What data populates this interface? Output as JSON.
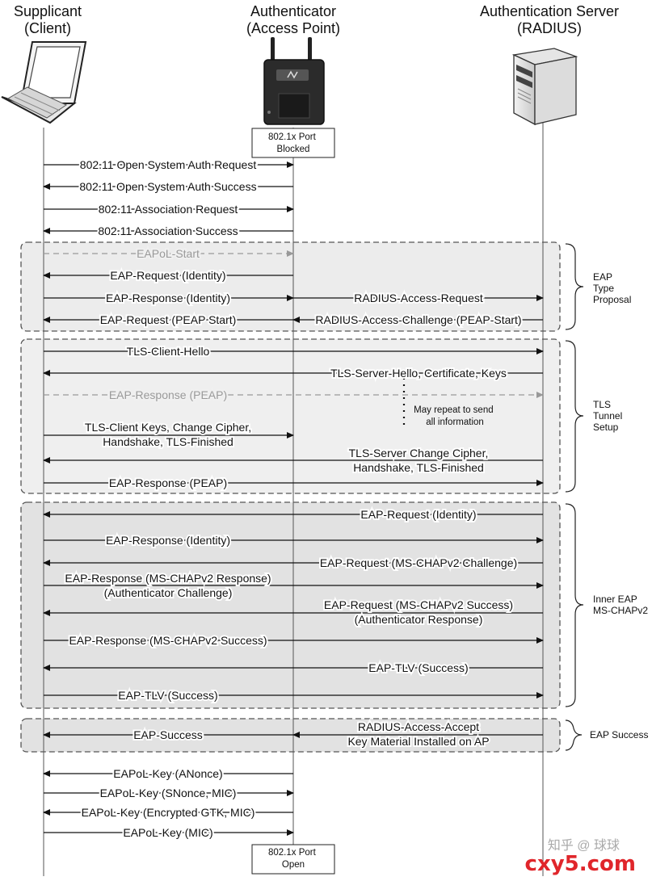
{
  "entities": {
    "client": {
      "line1": "Supplicant",
      "line2": "(Client)"
    },
    "authenticator": {
      "line1": "Authenticator",
      "line2": "(Access Point)"
    },
    "server": {
      "line1": "Authentication Server",
      "line2": "(RADIUS)"
    }
  },
  "port_boxes": {
    "blocked": [
      "802.1x Port",
      "Blocked"
    ],
    "open": [
      "802.1x Port",
      "Open"
    ]
  },
  "phases": {
    "eap_type": [
      "EAP",
      "Type",
      "Proposal"
    ],
    "tls_setup": [
      "TLS",
      "Tunnel",
      "Setup"
    ],
    "inner_eap": [
      "Inner EAP",
      "MS-CHAPv2"
    ],
    "eap_success": [
      "EAP Success"
    ]
  },
  "repeat_note": [
    "May repeat to send",
    "all information"
  ],
  "messages": {
    "m1": [
      "802.11 Open System Auth Request"
    ],
    "m2": [
      "802.11 Open System Auth Success"
    ],
    "m3": [
      "802.11 Association Request"
    ],
    "m4": [
      "802.11 Association Success"
    ],
    "m5": [
      "EAPoL-Start"
    ],
    "m6": [
      "EAP-Request (Identity)"
    ],
    "m7a": [
      "EAP-Response (Identity)"
    ],
    "m7b": [
      "RADIUS-Access-Request"
    ],
    "m8a": [
      "EAP-Request (PEAP Start)"
    ],
    "m8b": [
      "RADIUS-Access-Challenge (PEAP-Start)"
    ],
    "m9": [
      "TLS-Client-Hello"
    ],
    "m10": [
      "TLS-Server-Hello, Certificate, Keys"
    ],
    "m11": [
      "EAP-Response (PEAP)"
    ],
    "m12": [
      "TLS-Client Keys, Change Cipher,",
      "Handshake, TLS-Finished"
    ],
    "m13": [
      "TLS-Server Change Cipher,",
      "Handshake, TLS-Finished"
    ],
    "m14": [
      "EAP-Response (PEAP)"
    ],
    "m15": [
      "EAP-Request (Identity)"
    ],
    "m16": [
      "EAP-Response (Identity)"
    ],
    "m17": [
      "EAP-Request (MS-CHAPv2 Challenge)"
    ],
    "m18": [
      "EAP-Response (MS-CHAPv2 Response)",
      "(Authenticator Challenge)"
    ],
    "m19": [
      "EAP-Request (MS-CHAPv2 Success)",
      "(Authenticator Response)"
    ],
    "m20": [
      "EAP-Response (MS-CHAPv2 Success)"
    ],
    "m21": [
      "EAP-TLV (Success)"
    ],
    "m22": [
      "EAP-TLV (Success)"
    ],
    "m23a": [
      "EAP-Success"
    ],
    "m23b": [
      "RADIUS-Access-Accept",
      "Key Material Installed on AP"
    ],
    "m24": [
      "EAPoL-Key (ANonce)"
    ],
    "m25": [
      "EAPoL-Key (SNonce, MIC)"
    ],
    "m26": [
      "EAPoL-Key (Encrypted GTK, MIC)"
    ],
    "m27": [
      "EAPoL-Key (MIC)"
    ]
  },
  "watermark": {
    "site": "cxy5.com",
    "faint": "知乎 @ 球球"
  }
}
